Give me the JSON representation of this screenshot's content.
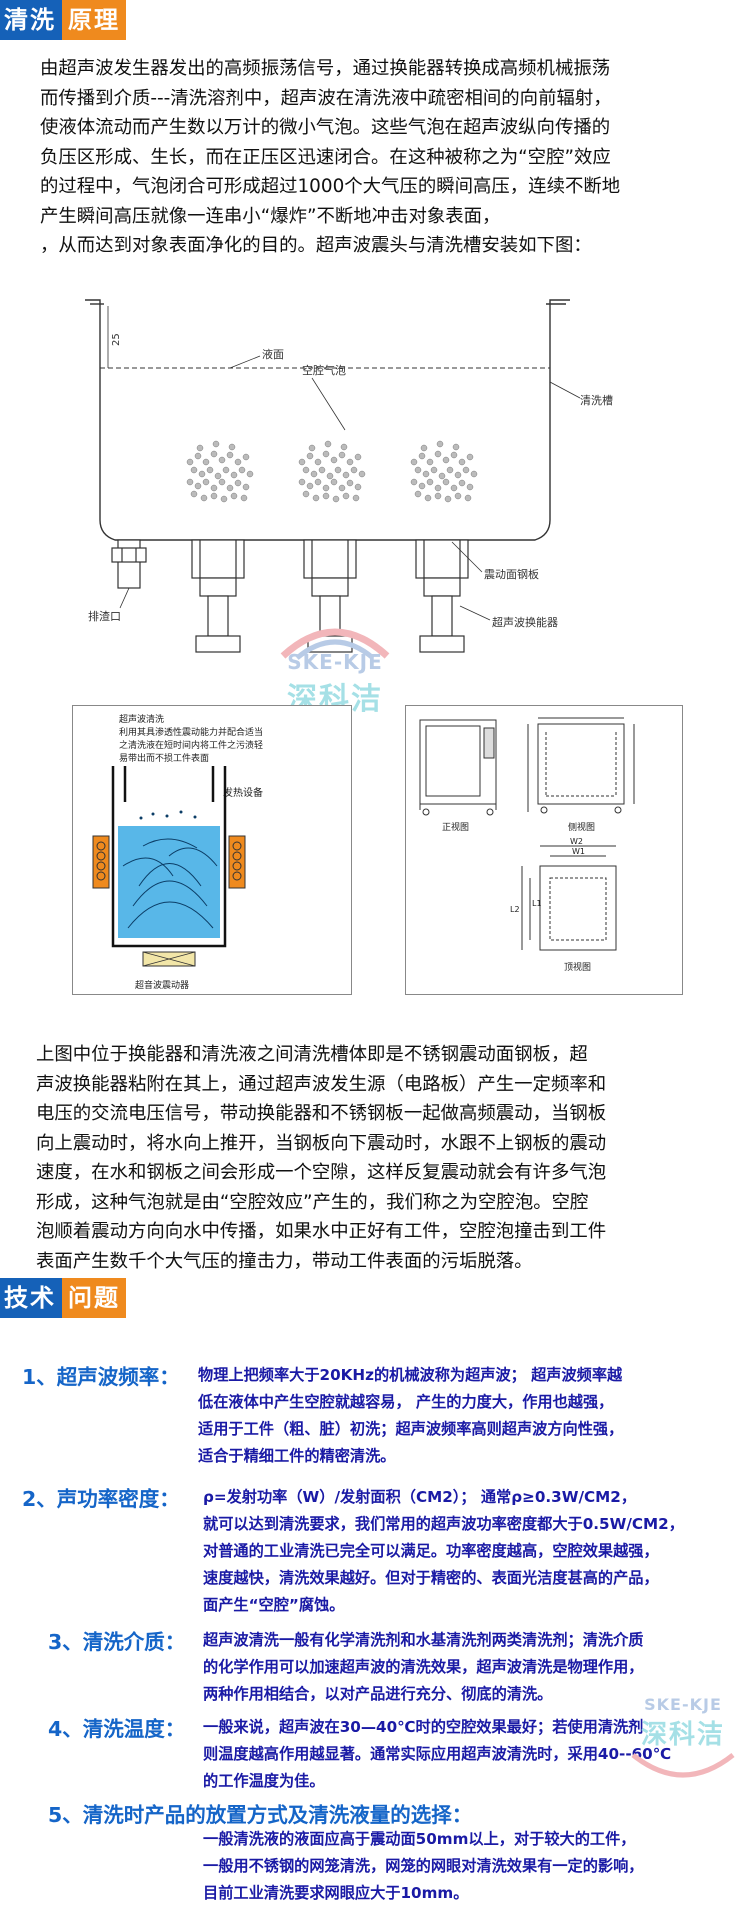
{
  "section1": {
    "header_a": "清洗",
    "header_b": "原理",
    "intro_lines": [
      "由超声波发生器发出的高频振荡信号，通过换能器转换成高频机械振荡",
      "而传播到介质---清洗溶剂中，超声波在清洗液中疏密相间的向前辐射，",
      "使液体流动而产生数以万计的微小气泡。这些气泡在超声波纵向传播的",
      "负压区形成、生长，而在正压区迅速闭合。在这种被称之为“空腔”效应",
      "的过程中，气泡闭合可形成超过1000个大气压的瞬间高压，连续不断地",
      "产生瞬间高压就像一连串小“爆炸”不断地冲击对象表面，",
      "，从而达到对象表面净化的目的。超声波震头与清洗槽安装如下图："
    ]
  },
  "diagram": {
    "label_25": "25",
    "label_liquid": "液面",
    "label_bubble": "空腔气泡",
    "label_tank": "清洗槽",
    "label_plate": "震动面钢板",
    "label_drain": "排渣口",
    "label_transducer": "超声波换能器"
  },
  "watermark": {
    "latin": "SKE-KJE",
    "cn": "深科洁"
  },
  "figure_left": {
    "caption_lines": [
      "超声波清洗",
      "利用其具渗透性震动能力并配合适当",
      "之清洗液在短时间内将工件之污渍轻",
      "易带出而不损工件表面"
    ],
    "heater_label": "发热设备",
    "bottom_label": "超音波震动器"
  },
  "figure_right": {
    "front_label": "正视图",
    "side_label": "侧视图",
    "top_label": "顶视图",
    "dim_w2": "W2",
    "dim_w1": "W1",
    "dim_l2": "L2",
    "dim_l1": "L1"
  },
  "section1_after_lines": [
    "  上图中位于换能器和清洗液之间清洗槽体即是不锈钢震动面钢板，超",
    "声波换能器粘附在其上，通过超声波发生源（电路板）产生一定频率和",
    "电压的交流电压信号，带动换能器和不锈钢板一起做高频震动，当钢板",
    "向上震动时，将水向上推开，当钢板向下震动时，水跟不上钢板的震动",
    "速度，在水和钢板之间会形成一个空隙，这样反复震动就会有许多气泡",
    "形成，这种气泡就是由“空腔效应”产生的，我们称之为空腔泡。空腔",
    "泡顺着震动方向向水中传播，如果水中正好有工件，空腔泡撞击到工件",
    "表面产生数千个大气压的撞击力，带动工件表面的污垢脱落。"
  ],
  "section2": {
    "header_a": "技术",
    "header_b": "问题",
    "items": [
      {
        "title": "1、超声波频率：",
        "lines": [
          "物理上把频率大于20KHz的机械波称为超声波；  超声波频率越",
          "低在液体中产生空腔就越容易， 产生的力度大，作用也越强，",
          "适用于工件（粗、脏）初洗；超声波频率高则超声波方向性强，",
          "适合于精细工件的精密清洗。"
        ]
      },
      {
        "title": "2、声功率密度：",
        "lines": [
          "ρ=发射功率（W）/发射面积（CM2）； 通常ρ≥0.3W/CM2，",
          "就可以达到清洗要求，我们常用的超声波功率密度都大于0.5W/CM2，",
          "对普通的工业清洗已完全可以满足。功率密度越高，空腔效果越强，",
          "速度越快，清洗效果越好。但对于精密的、表面光洁度甚高的产品，",
          "面产生“空腔”腐蚀。"
        ]
      },
      {
        "title": "3、清洗介质：",
        "lines": [
          "超声波清洗一般有化学清洗剂和水基清洗剂两类清洗剂；清洗介质",
          "的化学作用可以加速超声波的清洗效果，超声波清洗是物理作用，",
          "两种作用相结合，以对产品进行充分、彻底的清洗。"
        ]
      },
      {
        "title": "4、清洗温度：",
        "lines": [
          "一般来说，超声波在30—40℃时的空腔效果最好；若使用清洗剂",
          "则温度越高作用越显著。通常实际应用超声波清洗时，采用40--60℃",
          "的工作温度为佳。"
        ]
      },
      {
        "title": "5、清洗时产品的放置方式及清洗液量的选择：",
        "lines": [
          "一般清洗液的液面应高于震动面50mm以上，对于较大的工件，",
          "一般用不锈钢的网笼清洗，网笼的网眼对清洗效果有一定的影响，",
          "目前工业清洗要求网眼应大于10mm。"
        ]
      }
    ]
  }
}
